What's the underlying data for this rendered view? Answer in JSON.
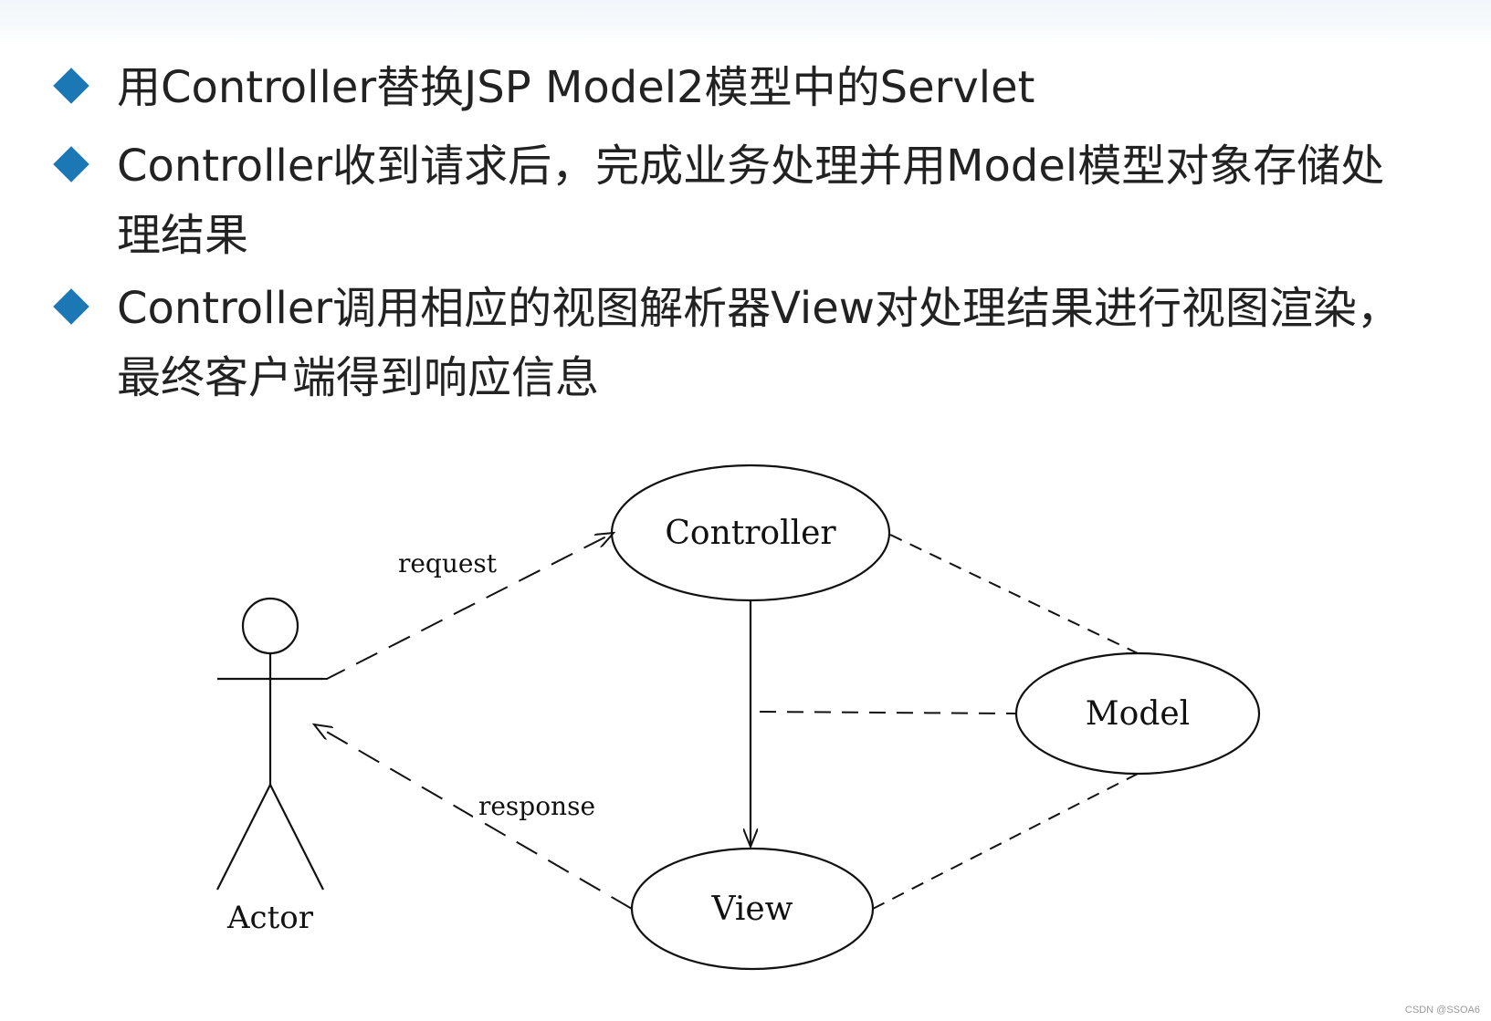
{
  "bullets": [
    {
      "text": "用Controller替换JSP Model2模型中的Servlet"
    },
    {
      "text": "Controller收到请求后，完成业务处理并用Model模型对象存储处\n理结果"
    },
    {
      "text": "Controller调用相应的视图解析器View对处理结果进行视图渲染，\n最终客户端得到响应信息"
    }
  ],
  "diagram": {
    "actor_label": "Actor",
    "controller_label": "Controller",
    "model_label": "Model",
    "view_label": "View",
    "request_label": "request",
    "response_label": "response"
  },
  "watermark": "CSDN @SSOA6",
  "colors": {
    "bullet": "#1b78b4",
    "text": "#222222",
    "diagram_stroke": "#111111"
  }
}
